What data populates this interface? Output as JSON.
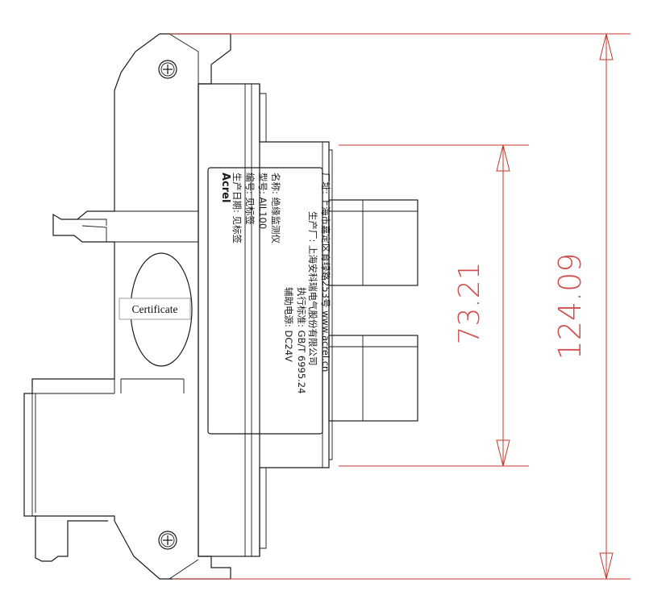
{
  "dimensions": {
    "total_height": "124.09",
    "body_height": "73.21"
  },
  "certificate_label": "Certificate",
  "nameplate": {
    "brand": "Acrel",
    "line_name": "名称: 绝缘监测仪",
    "line_model": "型号: AIL100",
    "line_serial": "编号: 见标签",
    "line_date": "生产日期: 见标签",
    "line_standard": "执行标准: GB/T 6995.24",
    "line_power": "辅助电源: DC24V",
    "line_manufacturer": "生产厂: 上海安科瑞电气股份有限公司",
    "line_address": "厂址: 上海市嘉定区育绿路253号 www.acrel.cn"
  },
  "colors": {
    "outline": "#1a1a1a",
    "dimension": "#c0392b"
  }
}
